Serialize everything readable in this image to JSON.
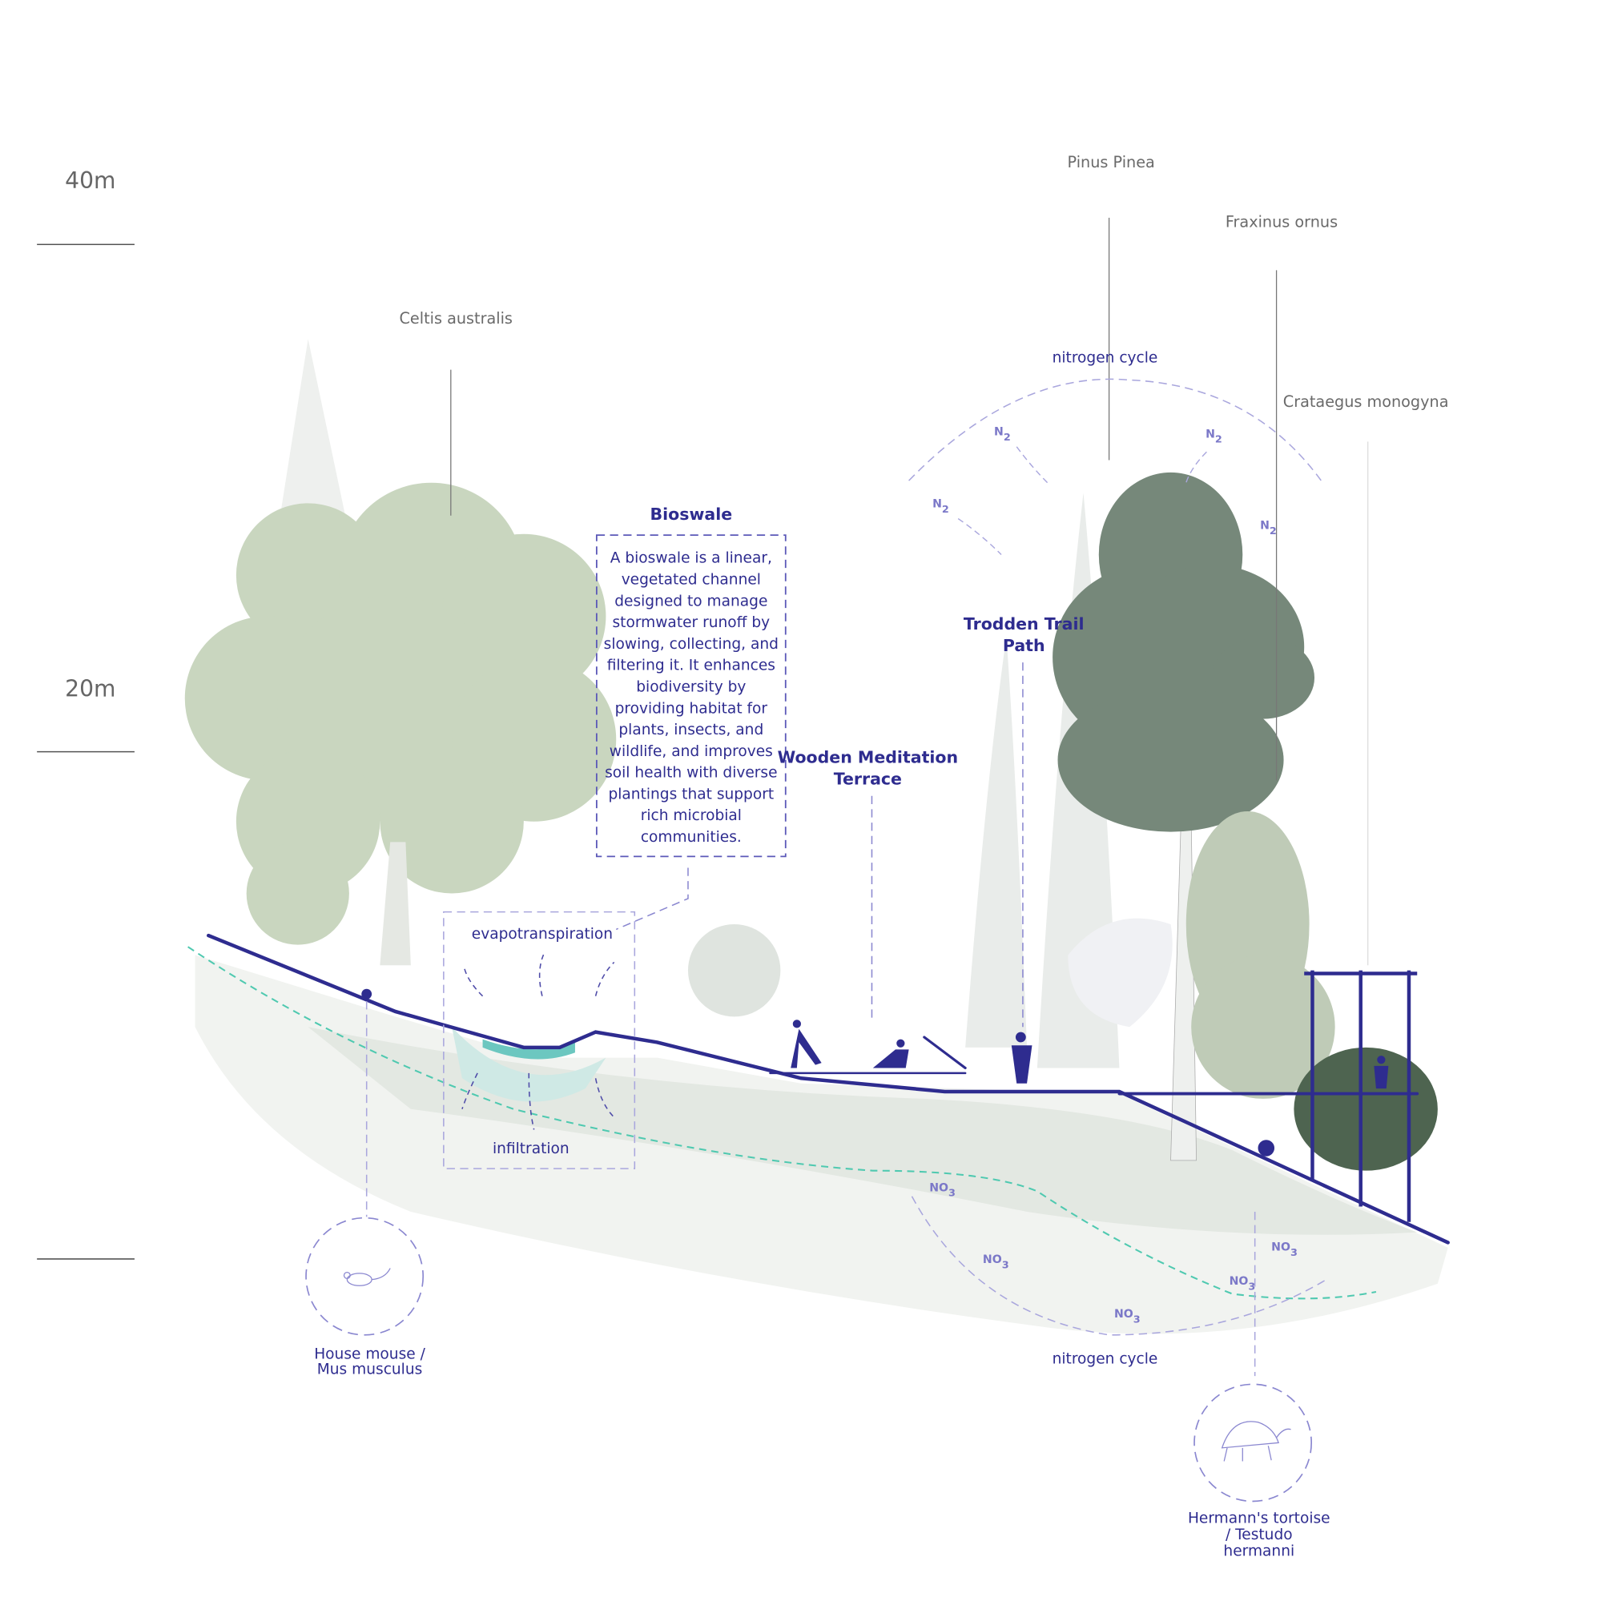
{
  "scale": {
    "top": "40m",
    "middle": "20m"
  },
  "plants": {
    "celtis": "Celtis  australis",
    "pinus": "Pinus Pinea",
    "fraxinus": "Fraxinus ornus",
    "crataegus": "Crataegus monogyna"
  },
  "bioswale": {
    "title": "Bioswale",
    "lines": [
      "A bioswale is a linear,",
      "vegetated channel",
      "designed to manage",
      "stormwater runoff by",
      "slowing, collecting, and",
      "filtering it. It enhances",
      "biodiversity by",
      "providing habitat for",
      "plants, insects, and",
      "wildlife, and improves",
      "soil health with diverse",
      "plantings that support",
      "rich microbial",
      "communities."
    ],
    "evapotranspiration": "evapotranspiration",
    "infiltration": "infiltration"
  },
  "terrace": {
    "line1": "Wooden Meditation",
    "line2": "Terrace"
  },
  "trail": {
    "line1": "Trodden Trail",
    "line2": "Path"
  },
  "nitrogen": {
    "top_label": "nitrogen cycle",
    "bottom_label": "nitrogen cycle",
    "n2": "N",
    "n2_sub": "2",
    "no3": "NO",
    "no3_sub": "3"
  },
  "animals": {
    "mouse": {
      "line1": "House mouse /",
      "line2": "Mus musculus"
    },
    "tortoise": {
      "line1": "Hermann's tortoise",
      "line2": "/ Testudo",
      "line3": "hermanni"
    }
  },
  "colors": {
    "accent": "#2e2c8f",
    "water": "#4fc9b0",
    "tree_light": "#c9d6bf",
    "tree_dark": "#76887a"
  }
}
